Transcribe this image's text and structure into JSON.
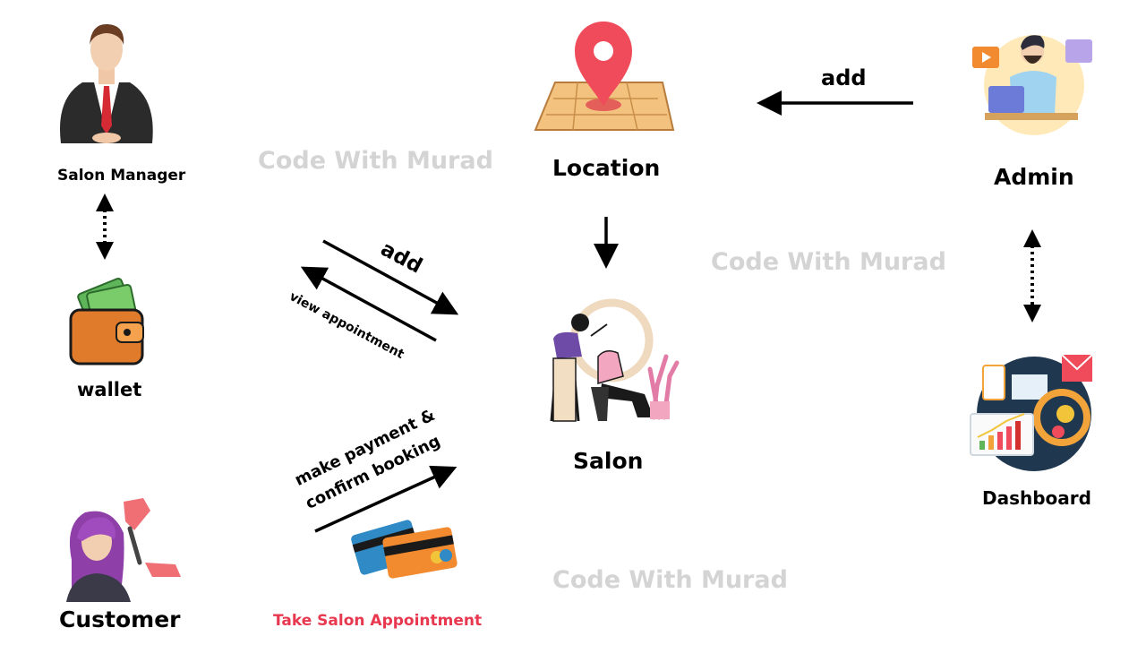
{
  "nodes": {
    "salon_manager": {
      "label": "Salon Manager",
      "icon": "businessman-icon"
    },
    "wallet": {
      "label": "wallet",
      "icon": "wallet-icon"
    },
    "customer": {
      "label": "Customer",
      "icon": "customer-woman-icon"
    },
    "location": {
      "label": "Location",
      "icon": "map-pin-icon"
    },
    "salon": {
      "label": "Salon",
      "icon": "hairdresser-icon"
    },
    "admin": {
      "label": "Admin",
      "icon": "admin-at-laptop-icon"
    },
    "dashboard": {
      "label": "Dashboard",
      "icon": "dashboard-analytics-icon"
    }
  },
  "edges": {
    "admin_to_location": "add",
    "manager_to_salon": "add",
    "salon_to_manager": "view appointment",
    "customer_to_salon_line1": "make payment &",
    "customer_to_salon_line2": "confirm booking"
  },
  "caption": {
    "text": "Take Salon Appointment",
    "color": "#e8384f"
  },
  "watermark": "Code With Murad",
  "colors": {
    "pin": "#ef4b5a",
    "map": "#f3c27e",
    "wallet": "#e07b2c",
    "card_blue": "#2f8ac5",
    "card_orange": "#f28b30",
    "hair": "#8e3fa8"
  }
}
